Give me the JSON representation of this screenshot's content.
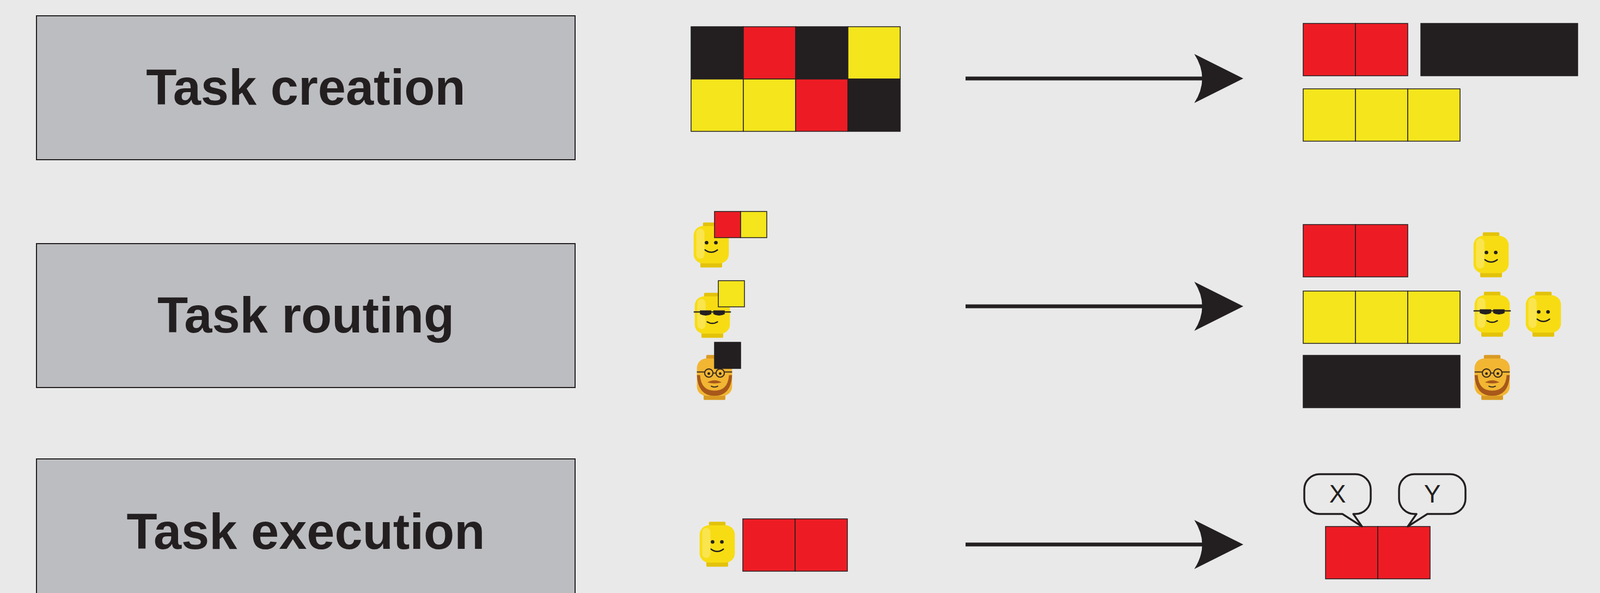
{
  "diagram": {
    "nodes": [
      {
        "text": [
          "Task creation"
        ]
      },
      {
        "text": [
          "Task routing"
        ]
      },
      {
        "text": [
          "Task execution"
        ]
      },
      {
        "text": [
          "X"
        ]
      },
      {
        "text": [
          "Y"
        ]
      }
    ]
  }
}
